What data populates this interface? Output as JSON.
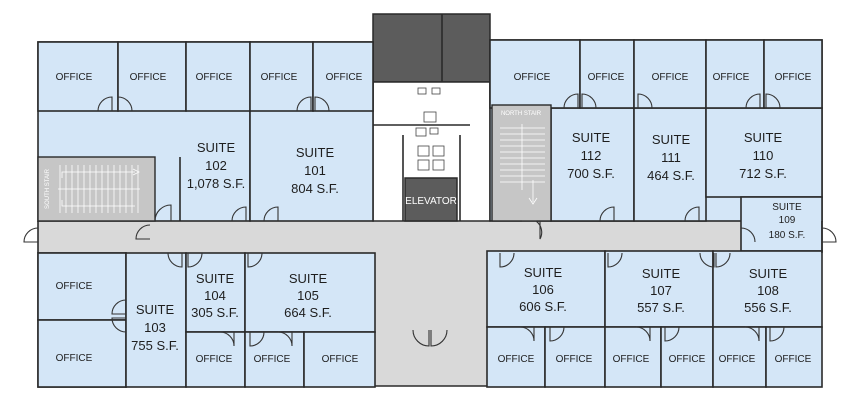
{
  "labels": {
    "office": "OFFICE",
    "suite": "SUITE",
    "elevator": "ELEVATOR",
    "south_stair": "SOUTH STAIR",
    "north_stair": "NORTH STAIR"
  },
  "suites": {
    "s101": {
      "number": "101",
      "area": "804 S.F."
    },
    "s102": {
      "number": "102",
      "area": "1,078 S.F."
    },
    "s103": {
      "number": "103",
      "area": "755 S.F."
    },
    "s104": {
      "number": "104",
      "area": "305 S.F."
    },
    "s105": {
      "number": "105",
      "area": "664 S.F."
    },
    "s106": {
      "number": "106",
      "area": "606 S.F."
    },
    "s107": {
      "number": "107",
      "area": "557 S.F."
    },
    "s108": {
      "number": "108",
      "area": "556 S.F."
    },
    "s109": {
      "number": "109",
      "area": "180 S.F."
    },
    "s110": {
      "number": "110",
      "area": "712 S.F."
    },
    "s111": {
      "number": "111",
      "area": "464 S.F."
    },
    "s112": {
      "number": "112",
      "area": "700 S.F."
    }
  },
  "colors": {
    "room_fill": "#d4e6f7",
    "corridor_fill": "#d9d9d9",
    "core_fill": "#5c5c5c",
    "stair_fill": "#c6c6c6",
    "wall": "#2a2a2a"
  }
}
